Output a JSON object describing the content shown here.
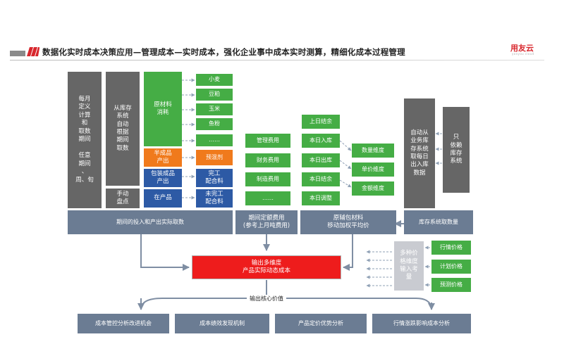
{
  "header": {
    "title": "数据化实时成本决策应用—管理成本—实时成本，强化企业事中成本实时测算，精细化成本过程管理",
    "logo_text": "用友云",
    "logo_sub": "yonyou cloud",
    "accent_color": "#d8262c"
  },
  "colors": {
    "dark_gray": "#666666",
    "steel_blue": "#6b7c93",
    "green": "#45ad45",
    "orange": "#f07a1c",
    "blue": "#2d5aa5",
    "red": "#ee1c1c",
    "light_gray": "#c9cbd1"
  },
  "diagram": {
    "left_col": {
      "monthly": "每月\n定义\n计算\n和\n取数\n期间\n\n任意\n期间\n、\n周、旬",
      "from_stock": "从库存\n系统\n自动\n根据\n期间\n取数",
      "manual": "手动\n盘点"
    },
    "materials": {
      "raw": "原材料\n消耗",
      "semi": "半成品\n产出",
      "packaging": "包装成品\n产出",
      "wip": "在产品"
    },
    "raw_items": [
      "小麦",
      "豆粕",
      "玉米",
      "鱼粉",
      "……"
    ],
    "outputs": {
      "premix": "预混剂",
      "finished": "完工\n配合料",
      "unfinished": "未完工\n配合料"
    },
    "fees": [
      "管理费用",
      "财务费用",
      "制造费用",
      "……"
    ],
    "days": [
      "上日结余",
      "本日入库",
      "本日出库",
      "本日结余",
      "本日调整"
    ],
    "dimensions": [
      "数量维度",
      "单价维度",
      "金额维度"
    ],
    "auto_stock": "自动从\n业务库\n存系统\n取每日\n出入库\n数据",
    "only_stock": "只\n依赖\n库存\n系统",
    "bars": {
      "actual": "期间的投入和产出实际取数",
      "fixed_fee": "期间定额费用\n(参考上月吨费用)",
      "avg_price": "原辅包材料\n移动加权平均价",
      "stock_qty": "库存系统取数量"
    },
    "multi_price": "多种价\n格维度\n输入考\n量",
    "prices": [
      "行情价格",
      "计划价格",
      "预测价格"
    ],
    "output_box": "输出多维度\n产品实际动态成本",
    "core_value": "输出核心价值",
    "bottom": [
      "成本管控分析改进机会",
      "成本绩效发现机制",
      "产品定价优势分析",
      "行情涨跌影响成本分析"
    ]
  }
}
